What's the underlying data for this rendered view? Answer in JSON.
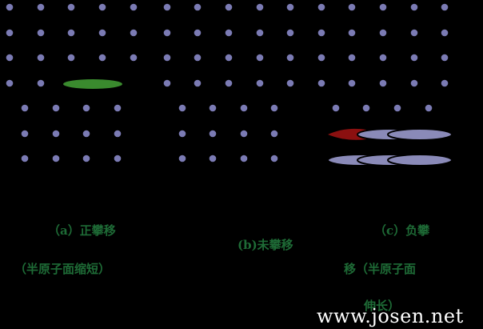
{
  "colors": {
    "background": "#000000",
    "atom": "#7b7bb4",
    "atom_edge": "#5a5a8c",
    "positive_climb": "#3a8a2e",
    "negative_climb_red": "#8b1010",
    "negative_climb_blue": "#8a8ab8",
    "caption": "#1e6b36",
    "watermark": "#ffffff"
  },
  "diagram": {
    "panel_a": {
      "caption_line1": "（a）正攀移",
      "caption_line2": "（半原子面缩短）"
    },
    "panel_b": {
      "caption": "(b)未攀移"
    },
    "panel_c": {
      "caption_line1": "（c）负攀",
      "caption_line2": "移（半原子面",
      "caption_line3": "伸长）"
    }
  },
  "watermark": {
    "text": "www.josen.net"
  }
}
